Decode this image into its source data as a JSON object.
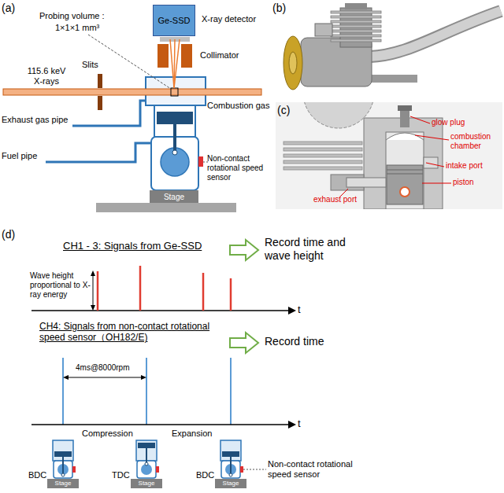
{
  "diagram": {
    "nodes": [
      {
        "text": [
          "Ge-SSD"
        ]
      },
      {
        "text": [
          "Stage"
        ]
      },
      {
        "text": [
          "Stage"
        ]
      },
      {
        "text": [
          "Stage"
        ]
      },
      {
        "text": [
          "Stage"
        ]
      }
    ],
    "labels": [
      "(a)",
      "Probing volume :",
      "1×1×1 mm³",
      "X-ray detector",
      "Collimator",
      "115.6 keV X-rays",
      "Slits",
      "Combustion gas",
      "Exhaust gas pipe",
      "Fuel pipe",
      "Non-contact rotational speed sensor",
      "(b)",
      "(c)",
      "glow plug",
      "combustion chamber",
      "intake port",
      "piston",
      "exhaust port",
      "(d)",
      "CH1 - 3: Signals from Ge-SSD",
      "Record time and wave height",
      "Wave height proportional to X-ray energy",
      "t",
      "CH4: Signals from non-contact rotational speed sensor（OH182/E)",
      "Record time",
      "4ms@8000rpm",
      "Compression",
      "Expansion",
      "t",
      "BDC",
      "TDC",
      "BDC",
      "Non-contact rotational speed sensor"
    ]
  }
}
